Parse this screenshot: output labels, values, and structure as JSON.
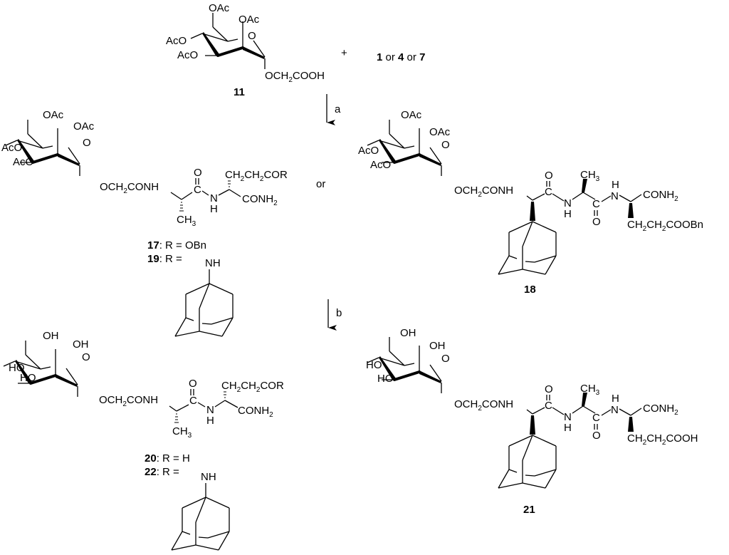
{
  "scheme": {
    "reactant": {
      "id": "11",
      "substituents": [
        "OAc",
        "OAc",
        "AcO",
        "AcO",
        "O"
      ],
      "anomeric_group": "OCH2COOH",
      "plus": "+",
      "partners": {
        "a": "1",
        "or1": " or ",
        "b": "4",
        "or2": " or ",
        "c": "7"
      }
    },
    "step_a": {
      "label": "a"
    },
    "step_b": {
      "label": "b"
    },
    "intermediate_left": {
      "sugar": [
        "OAc",
        "OAc",
        "AcO",
        "AcO",
        "O"
      ],
      "linker": "OCH2CONH",
      "carbonyl_o": "O",
      "carbonyl_c": "C",
      "side_chain": "CH2CH2COR",
      "amide_n": "N",
      "amide_h": "H",
      "methyl": "CH3",
      "terminal": "CONH2",
      "or_label": "or",
      "variants": [
        {
          "id": "17",
          "text": ": R = OBn"
        },
        {
          "id": "19",
          "text": ": R = "
        }
      ],
      "nh_label": "NH"
    },
    "intermediate_right": {
      "id": "18",
      "sugar": [
        "OAc",
        "OAc",
        "AcO",
        "AcO",
        "O"
      ],
      "linker": "OCH2CONH",
      "carbonyl1_o": "O",
      "carbonyl1_c": "C",
      "n1": "N",
      "h1": "H",
      "methyl": "CH3",
      "carbonyl2_c": "C",
      "carbonyl2_o": "O",
      "n2": "N",
      "h2": "H",
      "terminal": "CONH2",
      "side_chain": "CH2CH2COOBn"
    },
    "product_left": {
      "sugar": [
        "OH",
        "OH",
        "HO",
        "HO",
        "O"
      ],
      "linker": "OCH2CONH",
      "carbonyl_o": "O",
      "carbonyl_c": "C",
      "side_chain": "CH2CH2COR",
      "amide_n": "N",
      "amide_h": "H",
      "methyl": "CH3",
      "terminal": "CONH2",
      "variants": [
        {
          "id": "20",
          "text": ": R = H"
        },
        {
          "id": "22",
          "text": ": R = "
        }
      ],
      "nh_label": "NH"
    },
    "product_right": {
      "id": "21",
      "sugar": [
        "OH",
        "OH",
        "HO",
        "HO",
        "O"
      ],
      "linker": "OCH2CONH",
      "carbonyl1_o": "O",
      "carbonyl1_c": "C",
      "n1": "N",
      "h1": "H",
      "methyl": "CH3",
      "carbonyl2_c": "C",
      "carbonyl2_o": "O",
      "n2": "N",
      "h2": "H",
      "terminal": "CONH2",
      "side_chain": "CH2CH2COOH"
    }
  }
}
